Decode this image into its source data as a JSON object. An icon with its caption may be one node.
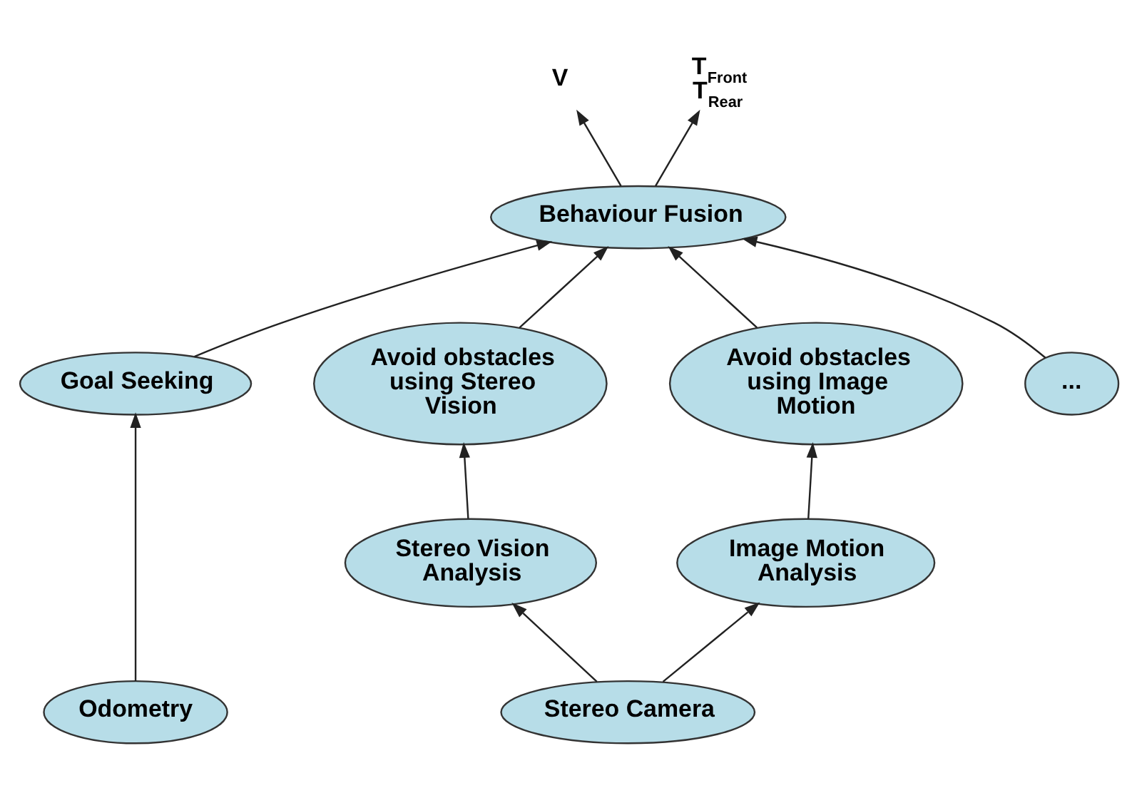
{
  "diagram": {
    "nodes": [
      {
        "text": [
          "Behaviour Fusion"
        ]
      },
      {
        "text": [
          "V"
        ]
      },
      {
        "text": [
          "T$_{Front}$",
          "T$_{Rear}$"
        ]
      },
      {
        "text": [
          "Goal Seeking"
        ]
      },
      {
        "text": [
          "Avoid obstacles using Stereo Vision"
        ]
      },
      {
        "text": [
          "Avoid obstacles using Image Motion"
        ]
      },
      {
        "text": [
          "..."
        ]
      },
      {
        "text": [
          "Stereo Vision Analysis"
        ]
      },
      {
        "text": [
          "Image Motion Analysis"
        ]
      },
      {
        "text": [
          "Odometry"
        ]
      },
      {
        "text": [
          "Stereo Camera"
        ]
      }
    ],
    "edges": [
      {
        "from": 0,
        "to": 1,
        "arrow": "to"
      },
      {
        "from": 0,
        "to": 2,
        "arrow": "to"
      },
      {
        "from": 3,
        "to": 0,
        "arrow": "to"
      },
      {
        "from": 4,
        "to": 0,
        "arrow": "to"
      },
      {
        "from": 5,
        "to": 0,
        "arrow": "to"
      },
      {
        "from": 6,
        "to": 0,
        "arrow": "to"
      },
      {
        "from": 7,
        "to": 4,
        "arrow": "to"
      },
      {
        "from": 8,
        "to": 5,
        "arrow": "to"
      },
      {
        "from": 10,
        "to": 7,
        "arrow": "to"
      },
      {
        "from": 10,
        "to": 8,
        "arrow": "to"
      },
      {
        "from": 9,
        "to": 3,
        "arrow": "to"
      }
    ]
  }
}
